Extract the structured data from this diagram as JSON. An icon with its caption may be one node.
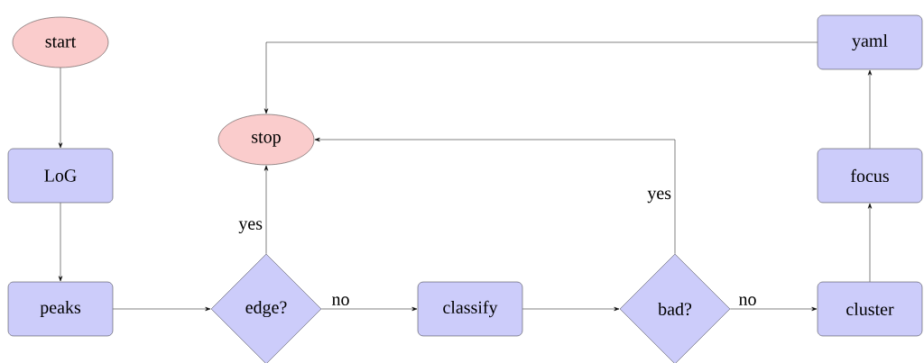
{
  "diagram": {
    "nodes": [
      {
        "text": [
          "start"
        ]
      },
      {
        "text": [
          "LoG"
        ]
      },
      {
        "text": [
          "peaks"
        ]
      },
      {
        "text": [
          "edge?"
        ]
      },
      {
        "text": [
          "stop"
        ]
      },
      {
        "text": [
          "classify"
        ]
      },
      {
        "text": [
          "bad?"
        ]
      },
      {
        "text": [
          "cluster"
        ]
      },
      {
        "text": [
          "focus"
        ]
      },
      {
        "text": [
          "yaml"
        ]
      }
    ],
    "edges": [
      {
        "from": 0,
        "to": 1,
        "arrow": "to"
      },
      {
        "from": 1,
        "to": 2,
        "arrow": "to"
      },
      {
        "from": 2,
        "to": 3,
        "arrow": "to"
      },
      {
        "from": 3,
        "to": 4,
        "arrow": "to",
        "label": "yes"
      },
      {
        "from": 3,
        "to": 5,
        "arrow": "to",
        "label": "no"
      },
      {
        "from": 5,
        "to": 6,
        "arrow": "to"
      },
      {
        "from": 6,
        "to": 4,
        "arrow": "to",
        "label": "yes"
      },
      {
        "from": 6,
        "to": 7,
        "arrow": "to",
        "label": "no"
      },
      {
        "from": 7,
        "to": 8,
        "arrow": "to"
      },
      {
        "from": 8,
        "to": 9,
        "arrow": "to"
      },
      {
        "from": 9,
        "to": 4,
        "arrow": "to"
      }
    ]
  }
}
